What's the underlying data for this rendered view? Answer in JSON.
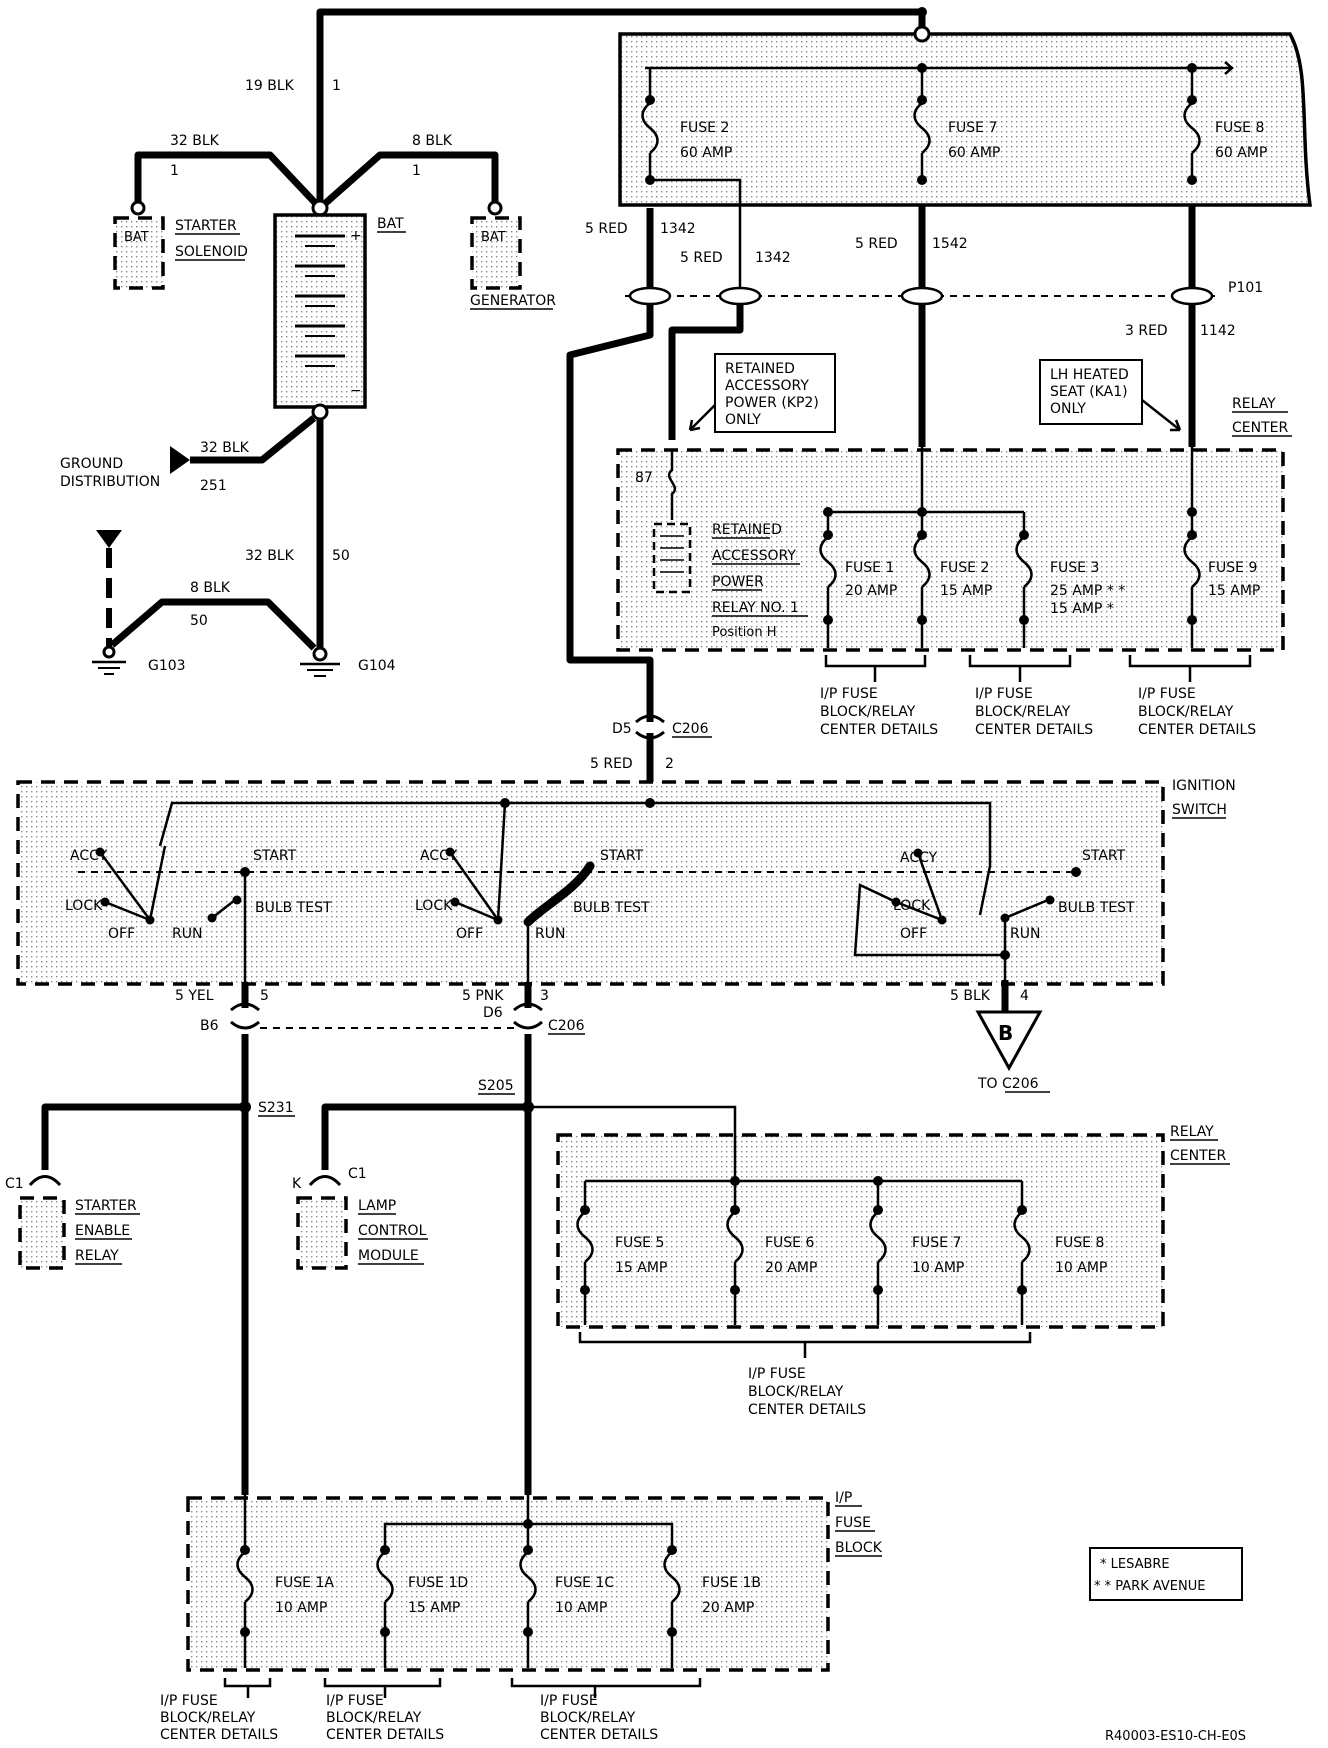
{
  "diagram_id": "R40003-ES10-CH-E0S",
  "legend": {
    "single_star": "* LESABRE",
    "double_star": "* * PARK AVENUE"
  },
  "battery": {
    "label": "BAT",
    "plus": "+",
    "minus": "−",
    "top_wire": "19 BLK",
    "top_wire_circuit": "1",
    "ground_wire": "32 BLK",
    "ground_wire_circuit": "251",
    "ground_label_1": "GROUND",
    "ground_label_2": "DISTRIBUTION",
    "g104_wire": "32 BLK",
    "g104_circuit": "50"
  },
  "starter": {
    "term": "BAT",
    "name_1": "STARTER",
    "name_2": "SOLENOID",
    "wire": "32 BLK",
    "circuit": "1"
  },
  "generator": {
    "term": "BAT",
    "name": "GENERATOR",
    "wire": "8 BLK",
    "circuit": "1"
  },
  "grounds": {
    "g103": "G103",
    "g104": "G104",
    "g103_wire": "8 BLK",
    "g103_circuit": "50"
  },
  "underhood_fuses": [
    {
      "name": "FUSE 2",
      "rating": "60 AMP"
    },
    {
      "name": "FUSE 7",
      "rating": "60 AMP"
    },
    {
      "name": "FUSE 8",
      "rating": "60 AMP"
    }
  ],
  "wires_top": {
    "w1": "5 RED",
    "w1_c": "1342",
    "w2": "5 RED",
    "w2_c": "1342",
    "w3": "5 RED",
    "w3_c": "1542",
    "w4": "3 RED",
    "w4_c": "1142",
    "p101": "P101"
  },
  "callouts": {
    "retained": [
      "RETAINED",
      "ACCESSORY",
      "POWER (KP2)",
      "ONLY"
    ],
    "heated": [
      "LH HEATED",
      "SEAT (KA1)",
      "ONLY"
    ]
  },
  "relay_center_top": {
    "title_1": "RELAY",
    "title_2": "CENTER",
    "pin": "87",
    "relay": [
      "RETAINED",
      "ACCESSORY",
      "POWER",
      "RELAY NO. 1",
      "Position H"
    ],
    "fuses": [
      {
        "name": "FUSE 1",
        "rating": "20 AMP"
      },
      {
        "name": "FUSE 2",
        "rating": "15 AMP"
      },
      {
        "name": "FUSE 3",
        "rating": "25 AMP * *",
        "rating2": "15 AMP *"
      },
      {
        "name": "FUSE 9",
        "rating": "15 AMP"
      }
    ]
  },
  "details_label": [
    "I/P FUSE",
    "BLOCK/RELAY",
    "CENTER DETAILS"
  ],
  "c206_top": {
    "pin": "D5",
    "conn": "C206",
    "wire": "5 RED",
    "circuit": "2"
  },
  "ignition": {
    "title_1": "IGNITION",
    "title_2": "SWITCH",
    "accy": "ACCY",
    "lock": "LOCK",
    "off": "OFF",
    "run": "RUN",
    "start": "START",
    "bulb": "BULB TEST"
  },
  "c206_bottom": {
    "w1": "5 YEL",
    "w1_c": "5",
    "pin1": "B6",
    "w2": "5 PNK",
    "w2_c": "3",
    "pin2": "D6",
    "conn": "C206",
    "w3": "5 BLK",
    "w3_c": "4",
    "flag": "B",
    "flag_to": "TO C206"
  },
  "splices": {
    "s231": "S231",
    "s205": "S205"
  },
  "starter_relay": {
    "pin": "C1",
    "name": [
      "STARTER",
      "ENABLE",
      "RELAY"
    ]
  },
  "lamp_module": {
    "pin_k": "K",
    "pin": "C1",
    "name": [
      "LAMP",
      "CONTROL",
      "MODULE"
    ]
  },
  "relay_center_bottom": {
    "title_1": "RELAY",
    "title_2": "CENTER",
    "fuses": [
      {
        "name": "FUSE 5",
        "rating": "15 AMP"
      },
      {
        "name": "FUSE 6",
        "rating": "20 AMP"
      },
      {
        "name": "FUSE 7",
        "rating": "10 AMP"
      },
      {
        "name": "FUSE 8",
        "rating": "10 AMP"
      }
    ]
  },
  "ip_fuse_block": {
    "title": [
      "I/P",
      "FUSE",
      "BLOCK"
    ],
    "fuses": [
      {
        "name": "FUSE 1A",
        "rating": "10 AMP"
      },
      {
        "name": "FUSE 1D",
        "rating": "15 AMP"
      },
      {
        "name": "FUSE 1C",
        "rating": "10 AMP"
      },
      {
        "name": "FUSE 1B",
        "rating": "20 AMP"
      }
    ]
  }
}
